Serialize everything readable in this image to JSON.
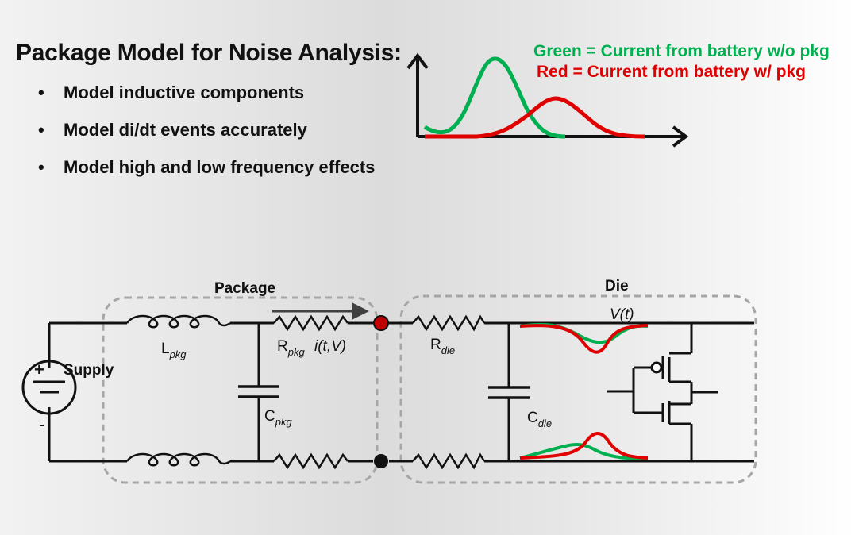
{
  "title": "Package Model for Noise Analysis:",
  "bullets": [
    "Model inductive components",
    "Model di/dt events accurately",
    "Model high and low frequency effects"
  ],
  "legend": {
    "green": "Green = Current from battery w/o pkg",
    "red": "Red = Current from battery w/ pkg"
  },
  "colors": {
    "green": "#00b050",
    "red": "#e00000",
    "box": "#a6a6a6"
  },
  "circuit": {
    "package_label": "Package",
    "die_label": "Die",
    "supply_label": "Supply",
    "supply_plus": "+",
    "supply_minus": "-",
    "l_pkg": {
      "main": "L",
      "sub": "pkg"
    },
    "r_pkg": {
      "main": "R",
      "sub": "pkg"
    },
    "current_label": "i(t,V)",
    "c_pkg": {
      "main": "C",
      "sub": "pkg"
    },
    "r_die": {
      "main": "R",
      "sub": "die"
    },
    "c_die": {
      "main": "C",
      "sub": "die"
    },
    "voltage_label": "V(t)"
  }
}
